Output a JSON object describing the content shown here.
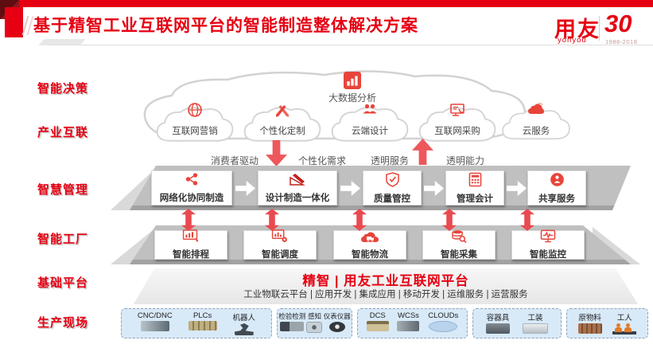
{
  "colors": {
    "accent_red": "#e60012",
    "icon_red": "#e8443a",
    "band_gray": "#c0c0c0",
    "platform_gray": "#efefef",
    "shopfloor_blue": "#d8e9f8"
  },
  "header": {
    "title": "基于精智工业互联网平台的智能制造整体解决方案",
    "logo": {
      "brand_cn": "用友",
      "brand_en": "yonyou",
      "badge": "30",
      "badge_years": "1988-2018"
    }
  },
  "left_labels": [
    "智能决策",
    "产业互联",
    "智慧管理",
    "智能工厂",
    "基础平台",
    "生产现场"
  ],
  "decision_layer": {
    "label": "大数据分析",
    "icon": "bar-chart-icon"
  },
  "industry_clouds": [
    {
      "label": "互联网营销",
      "icon": "globe-icon"
    },
    {
      "label": "个性化定制",
      "icon": "pencil-ruler-icon"
    },
    {
      "label": "云端设计",
      "icon": "team-icon"
    },
    {
      "label": "互联网采购",
      "icon": "monitor-cart-icon"
    },
    {
      "label": "云服务",
      "icon": "cloud-icon"
    }
  ],
  "flow_labels": {
    "consumer": "消费者驱动",
    "personal": "个性化需求",
    "service": "透明服务",
    "capability": "透明能力"
  },
  "management_boxes": [
    {
      "label": "网络化协同制造",
      "icon": "share-network-icon"
    },
    {
      "label": "设计制造一体化",
      "icon": "design-pencil-icon"
    },
    {
      "label": "质量管控",
      "icon": "shield-check-icon"
    },
    {
      "label": "管理会计",
      "icon": "calculator-icon"
    },
    {
      "label": "共享服务",
      "icon": "globe-user-icon"
    }
  ],
  "factory_boxes": [
    {
      "label": "智能排程",
      "icon": "schedule-screen-icon"
    },
    {
      "label": "智能调度",
      "icon": "chart-gear-icon"
    },
    {
      "label": "智能物流",
      "icon": "cloud-truck-icon"
    },
    {
      "label": "智能采集",
      "icon": "database-search-icon"
    },
    {
      "label": "智能监控",
      "icon": "monitor-pulse-icon"
    }
  ],
  "platform_bar": {
    "title": "精智 | 用友工业互联网平台",
    "services": "工业物联云平台 | 应用开发 | 集成应用 | 移动开发 | 运维服务 | 运营服务"
  },
  "shopfloor_groups": [
    {
      "items": [
        {
          "label": "CNC/DNC",
          "icon": "cnc-machine-image"
        },
        {
          "label": "PLCs",
          "icon": "plc-image"
        },
        {
          "label": "机器人",
          "icon": "robot-image"
        }
      ]
    },
    {
      "items": [
        {
          "label": "检验检测",
          "icon": "inspection-image"
        },
        {
          "label": "感知",
          "icon": "sensor-image"
        },
        {
          "label": "仪表仪器",
          "icon": "gauge-image"
        }
      ]
    },
    {
      "items": [
        {
          "label": "DCS",
          "icon": "dcs-cabinet-image"
        },
        {
          "label": "WCSs",
          "icon": "wcs-device-image"
        },
        {
          "label": "CLOUDs",
          "icon": "cloud-shape-image"
        }
      ]
    },
    {
      "items": [
        {
          "label": "容器具",
          "icon": "container-image"
        },
        {
          "label": "工装",
          "icon": "tooling-image"
        }
      ]
    },
    {
      "items": [
        {
          "label": "原物料",
          "icon": "materials-image"
        },
        {
          "label": "工人",
          "icon": "workers-image"
        }
      ]
    }
  ]
}
